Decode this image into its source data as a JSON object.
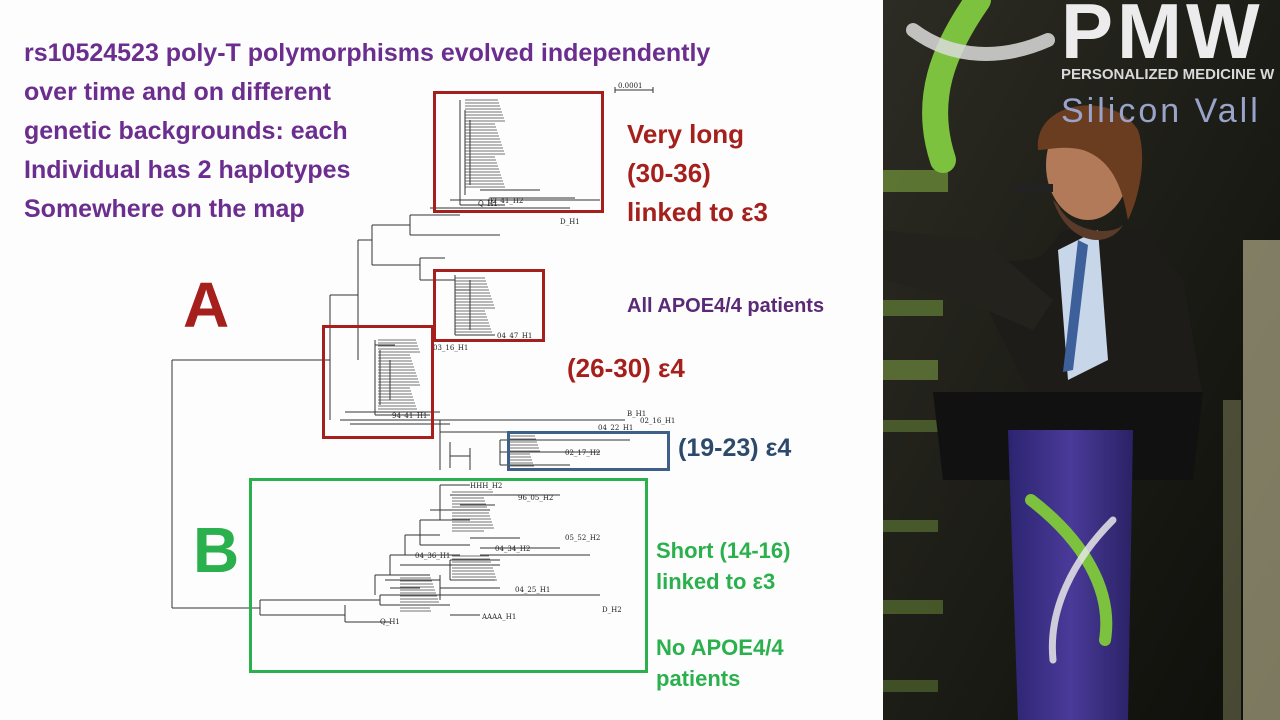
{
  "slide": {
    "title_lines": [
      "rs10524523 poly-T polymorphisms evolved independently",
      "over time and on different",
      "genetic backgrounds: each",
      "Individual has 2 haplotypes",
      "Somewhere on the map"
    ],
    "scale_label": "0.0001",
    "clade_a_label": "A",
    "clade_b_label": "B",
    "very_long": [
      "Very long",
      "(30-36)",
      "linked to ε3"
    ],
    "apoe44_all": "All APOE4/4 patients",
    "range_26_30": "(26-30) ε4",
    "range_19_23": "(19-23) ε4",
    "short": [
      "Short (14-16)",
      "linked to ε3"
    ],
    "no_apoe44": [
      "No APOE4/4",
      "patients"
    ],
    "tip_labels": {
      "t1": "02_41_H2",
      "t2": "D_H1",
      "t3": "Q_H1",
      "t4": "04_47_H1",
      "t5": "03_16_H1",
      "t6": "B_H1",
      "t7": "02_16_H1",
      "t8": "04_22_H1",
      "t9": "02_17_H2",
      "t10": "94_41_H1",
      "t11": "96_05_H2",
      "t12": "04_25_H1",
      "t13": "D_H2",
      "t14": "AAAA_H1",
      "t15": "Q_H1",
      "t16": "05_52_H2",
      "t17": "04_34_H2",
      "t18": "04_36_H1",
      "t19": "HHH_H2"
    }
  },
  "banner": {
    "logo_text": "PMW",
    "tagline": "PERSONALIZED MEDICINE W",
    "location": "Silicon Vall"
  },
  "colors": {
    "title_purple": "#6b2e8f",
    "box_red": "#a5201c",
    "box_blue": "#3d5f88",
    "box_green": "#2ab04c",
    "podium_purple": "#4a3a99",
    "helix_green": "#7cc23f"
  }
}
